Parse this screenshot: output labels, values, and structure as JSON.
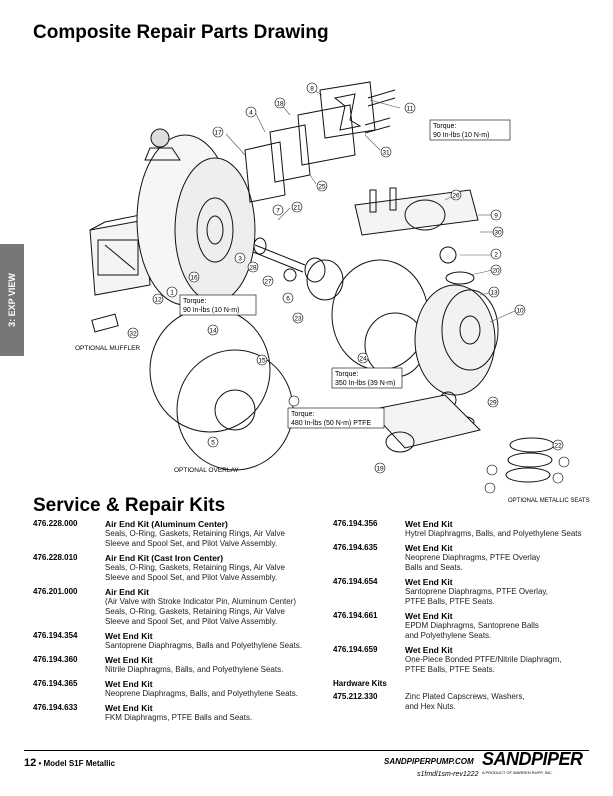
{
  "page_title": "Composite Repair Parts Drawing",
  "side_tab": "3: EXP VIEW",
  "drawing": {
    "callouts": [
      "8",
      "18",
      "4",
      "11",
      "17",
      "31",
      "25",
      "26",
      "21",
      "7",
      "9",
      "30",
      "2",
      "20",
      "16",
      "3",
      "1",
      "28",
      "12",
      "27",
      "6",
      "13",
      "10",
      "23",
      "32",
      "14",
      "24",
      "15",
      "29",
      "19",
      "22",
      "5"
    ],
    "torque_1": "Torque:",
    "torque_1_value": "90 In-lbs (10 N-m)",
    "torque_2": "Torque:",
    "torque_2_value": "90 In-lbs (10 N-m)",
    "torque_3": "Torque:",
    "torque_3_value": "350 In-lbs (39 N-m)",
    "torque_4": "Torque:",
    "torque_4_value": "480 In-lbs (50 N-m) PTFE",
    "optional_muffler": "OPTIONAL MUFFLER",
    "optional_overlay": "OPTIONAL OVERLAY",
    "optional_metallic": "OPTIONAL METALLIC SEATS"
  },
  "kits_title": "Service & Repair Kits",
  "kits_left": [
    {
      "num": "476.228.000",
      "title": "Air End Kit (Aluminum Center)",
      "desc": [
        "Seals, O-Ring, Gaskets, Retaining Rings, Air Valve",
        "Sleeve and Spool Set, and Pilot Valve Assembly."
      ]
    },
    {
      "num": "476.228.010",
      "title": "Air End Kit (Cast Iron Center)",
      "desc": [
        "Seals, O-Ring, Gaskets, Retaining Rings, Air Valve",
        "Sleeve and Spool Set, and Pilot Valve Assembly."
      ]
    },
    {
      "num": "476.201.000",
      "title": "Air End Kit",
      "desc": [
        "(Air Valve with Stroke Indicator Pin, Aluminum Center)",
        "Seals, O-Ring, Gaskets, Retaining Rings, Air Valve",
        "Sleeve and Spool Set, and Pilot Valve Assembly."
      ]
    },
    {
      "num": "476.194.354",
      "title": "Wet End Kit",
      "desc": [
        "Santoprene Diaphragms, Balls and Polyethylene Seats."
      ]
    },
    {
      "num": "476.194.360",
      "title": "Wet End Kit",
      "desc": [
        "Nitrile Diaphragms, Balls, and Polyethylene Seats."
      ]
    },
    {
      "num": "476.194.365",
      "title": "Wet End Kit",
      "desc": [
        "Neoprene Diaphragms, Balls, and Polyethylene Seats."
      ]
    },
    {
      "num": "476.194.633",
      "title": "Wet End Kit",
      "desc": [
        "FKM Diaphragms, PTFE Balls and Seats."
      ]
    }
  ],
  "kits_right": [
    {
      "num": "476.194.356",
      "title": "Wet End Kit",
      "desc": [
        "Hytrel Diaphragms, Balls, and Polyethylene Seats"
      ]
    },
    {
      "num": "476.194.635",
      "title": "Wet End Kit",
      "desc": [
        "Neoprene Diaphragms, PTFE Overlay",
        "Balls and Seats."
      ]
    },
    {
      "num": "476.194.654",
      "title": "Wet End Kit",
      "desc": [
        "Santoprene Diaphragms, PTFE Overlay,",
        "PTFE Balls, PTFE Seats."
      ]
    },
    {
      "num": "476.194.661",
      "title": "Wet End Kit",
      "desc": [
        "EPDM Diaphragms, Santoprene Balls",
        "and Polyethylene Seats."
      ]
    },
    {
      "num": "476.194.659",
      "title": "Wet End Kit",
      "desc": [
        "One-Piece Bonded PTFE/Nitrile Diaphragm,",
        "PTFE Balls, PTFE Seats."
      ]
    }
  ],
  "hardware_title": "Hardware Kits",
  "hardware": {
    "num": "475.212.330",
    "desc": [
      "Zinc Plated Capscrews, Washers,",
      "and Hex Nuts."
    ]
  },
  "footer": {
    "page": "12",
    "model": "• Model S1F Metallic",
    "url": "SANDPIPERPUMP.COM",
    "rev": "s1fmdl1sm-rev1222",
    "logo": "SANDPIPER",
    "logo_sub": "A PRODUCT OF WARREN RUPP, INC."
  }
}
